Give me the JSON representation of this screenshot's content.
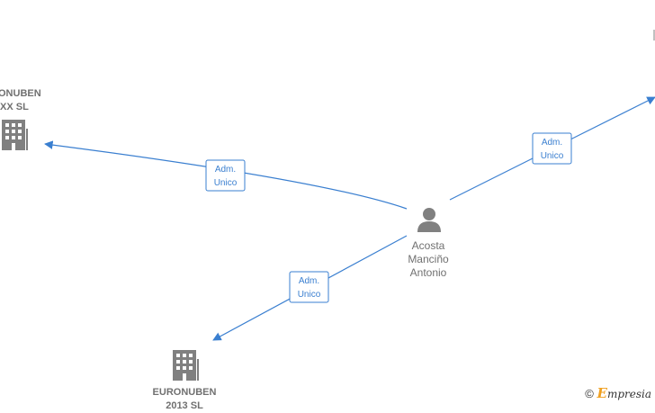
{
  "nodes": {
    "person": {
      "lines": [
        "Acosta",
        "Manciño",
        "Antonio"
      ],
      "icon": "person-icon"
    },
    "company_left": {
      "lines": [
        "ONUBEN",
        "XX  SL"
      ],
      "icon": "building-icon"
    },
    "company_bottom": {
      "lines": [
        "EURONUBEN",
        "2013 SL"
      ],
      "icon": "building-icon"
    }
  },
  "edges": [
    {
      "label_line1": "Adm.",
      "label_line2": "Unico"
    },
    {
      "label_line1": "Adm.",
      "label_line2": "Unico"
    },
    {
      "label_line1": "Adm.",
      "label_line2": "Unico"
    }
  ],
  "footer": {
    "copyright_symbol": "©",
    "brand_initial": "E",
    "brand_rest": "mpresia"
  },
  "colors": {
    "edge": "#3a7fd0",
    "icon": "#808080",
    "text": "#707070",
    "brand_accent": "#f0a020"
  }
}
